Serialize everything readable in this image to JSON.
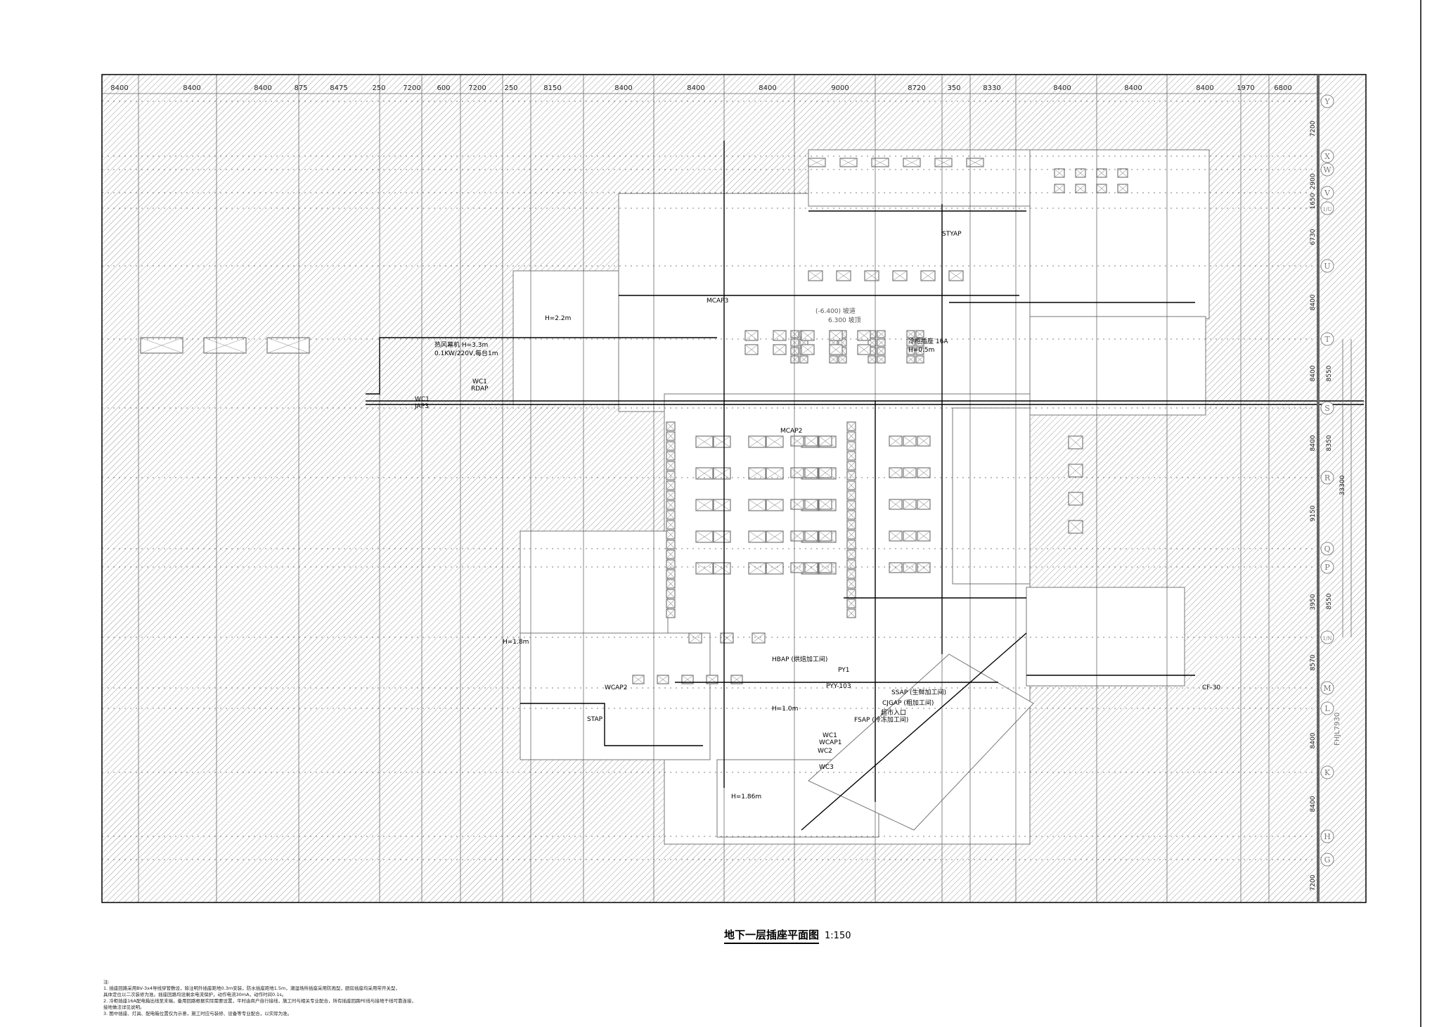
{
  "drawing": {
    "title": "地下一层插座平面图",
    "scale": "1:150",
    "notes": {
      "heading": "注:",
      "lines": [
        "1. 插座回路采用BV-3x4导线穿管敷设，除注明外插座距地0.3m安装，防水插座距地1.5m，潮湿场所插座采用防溅型，厨房插座均采用带开关型，",
        "具体定位以二次装修为准。插座回路均设剩余电流保护，动作电流30mA，动作时间0.1s。",
        "2. 冷柜插座16A配电箱出线至末端，备用回路根据实际需要设置，平时由商户自行接线，施工时与相关专业配合，所有插座回路PE线与接地干线可靠连接，",
        "接地做法详见说明。",
        "3. 图中插座、灯具、配电箱位置仅为示意，施工时应与装修、设备等专业配合，以实际为准。"
      ]
    },
    "top_dimensions": [
      "8400",
      "8400",
      "8400",
      "875",
      "8475",
      "250",
      "7200",
      "600",
      "7200",
      "250",
      "8150",
      "8400",
      "8400",
      "8400",
      "9000",
      "8720",
      "350",
      "8330",
      "8400",
      "8400",
      "8400",
      "1970",
      "6800"
    ],
    "right_axes": [
      "Y",
      "X",
      "W",
      "V",
      "1/U",
      "U",
      "T",
      "S",
      "R",
      "Q",
      "P",
      "1/N",
      "M",
      "L",
      "K",
      "H",
      "G"
    ],
    "right_dimensions": [
      "7200",
      "2900",
      "1650",
      "6730",
      "8400",
      "8400",
      "8400",
      "9150",
      "3950",
      "8570",
      "8400",
      "8400",
      "7200"
    ],
    "right_outer_dimensions": [
      "8550",
      "8350",
      "8550",
      "33300"
    ],
    "slab_note": "FHJL7930",
    "labels": {
      "ramp": "(-6.400) 坡道",
      "ramp_top": "6.300 坡顶",
      "freezer_socket": "冷柜插座 16A",
      "freezer_height": "H=0.5m",
      "wc1_jap3": "WC1",
      "jap3": "JAP3",
      "wc1_rdap": "WC1",
      "rdap": "RDAP",
      "door_heater": "热风幕机 H=3.3m",
      "door_heater_power": "0.1KW/220V,每台1m",
      "hbap": "HBAP (烘焙加工间)",
      "py1": "PY1",
      "pyy": "PYY-103",
      "ssap": "SSAP (生鲜加工间)",
      "cjgap": "CJGAP (粗加工间)",
      "fsap": "FSAP (冷冻加工间)",
      "h10": "H=1.0m",
      "entrance": "超市入口",
      "wc_1": "WC1",
      "wc_2": "WC2",
      "wc_3": "WC3",
      "wcap1": "WCAP1",
      "wcap2": "WCAP2",
      "mcap3": "MCAP3",
      "mcap2": "MCAP2",
      "stap": "STAP",
      "styap": "STYAP",
      "h22": "H=2.2m",
      "h186": "H=1.86m",
      "h18": "H=1.8m",
      "cf30": "CF-30"
    }
  }
}
